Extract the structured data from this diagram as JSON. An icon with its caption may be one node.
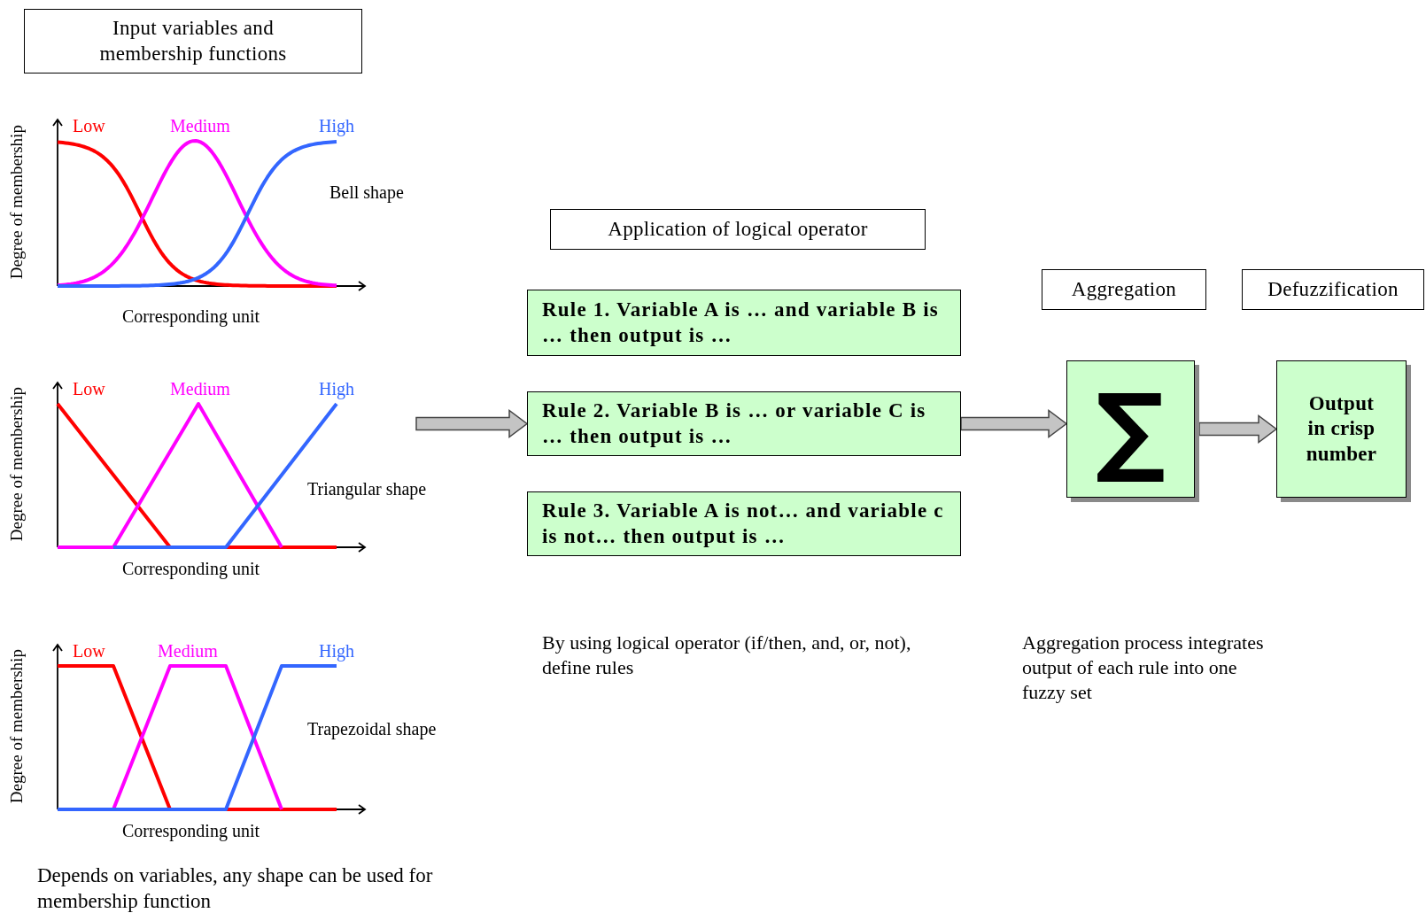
{
  "diagram": {
    "nodes": [
      {
        "text": [
          "Input variables and membership functions"
        ]
      },
      {
        "text": [
          "Application of logical operator"
        ]
      },
      {
        "text": [
          "Rule 1. Variable A is … and variable B is … then output is …"
        ]
      },
      {
        "text": [
          "Rule 2. Variable B is … or variable C is … then output is …"
        ]
      },
      {
        "text": [
          "Rule 3. Variable A is not… and variable c is not… then output is …"
        ]
      },
      {
        "text": [
          "Aggregation"
        ]
      },
      {
        "text": [
          "∑"
        ]
      },
      {
        "text": [
          "Defuzzification"
        ]
      },
      {
        "text": [
          "Output in crisp number"
        ]
      }
    ],
    "edges": [
      {
        "from": null,
        "to": 3,
        "arrow": "to",
        "style": "thick"
      },
      {
        "from": 3,
        "to": 6,
        "arrow": "to",
        "style": "thick"
      },
      {
        "from": 6,
        "to": 8,
        "arrow": "to",
        "style": "thick"
      }
    ],
    "labels": [
      "Low",
      "Medium",
      "High",
      "Bell shape",
      "Degree of membership",
      "Corresponding unit",
      "Low",
      "Medium",
      "High",
      "Triangular shape",
      "Degree of membership",
      "Corresponding unit",
      "Low",
      "Medium",
      "High",
      "Trapezoidal shape",
      "Degree of membership",
      "Corresponding unit",
      "Depends on variables, any shape can be used for membership function",
      "By using logical operator (if/then, and, or, not),    define rules",
      "Aggregation process integrates output of each rule into one fuzzy set"
    ]
  }
}
